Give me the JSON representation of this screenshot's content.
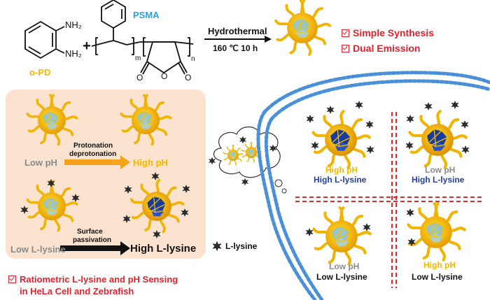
{
  "reagents": {
    "opd_label": "o-PD",
    "psma_label": "PSMA",
    "nh2_top": "NH₂",
    "nh2_bottom": "NH₂",
    "plus": "+",
    "m": "m",
    "n": "n",
    "o_left": "O",
    "o_mid": "O",
    "o_right": "O"
  },
  "reaction": {
    "condition_top": "Hydrothermal",
    "condition_bottom": "160 ℃  10 h"
  },
  "features": [
    "Simple Synthesis",
    "Dual Emission"
  ],
  "panel": {
    "arrow1_top": "Protonation",
    "arrow1_bottom": "deprotonation",
    "left1": "Low pH",
    "right1": "High pH",
    "arrow2_top": "Surface",
    "arrow2_bottom": "passivation",
    "left2": "Low L-lysine",
    "right2": "High L-lysine"
  },
  "legend": {
    "label": "L-lysine"
  },
  "conclusion": {
    "line1": "Ratiometric L-lysine and pH Sensing",
    "line2": "in HeLa Cell and Zebrafish"
  },
  "quadrants": {
    "tl_ph": "High pH",
    "tl_lys": "High L-lysine",
    "tr_ph": "Low pH",
    "tr_lys": "High L-lysine",
    "bl_ph": "Low pH",
    "bl_lys": "Low L-lysine",
    "br_ph": "High pH",
    "br_lys": "Low L-lysine"
  },
  "colors": {
    "title_red": "#e8202a",
    "psma_blue": "#2aa3e0",
    "yellow": "#f5b800",
    "orange": "#f7a21b",
    "dark_blue": "#1f3ea8",
    "gray": "#8a8a8a",
    "panel_bg": "#fbe3cf",
    "membrane": "#4a90d9"
  }
}
